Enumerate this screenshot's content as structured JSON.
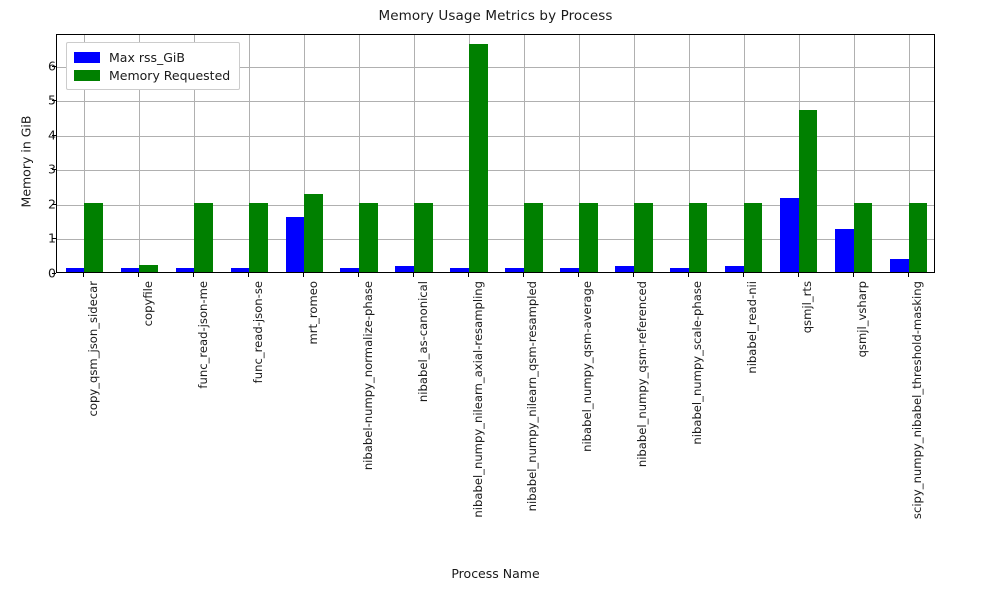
{
  "chart_data": {
    "type": "bar",
    "title": "Memory Usage Metrics by Process",
    "xlabel": "Process Name",
    "ylabel": "Memory in GiB",
    "ylim": [
      0,
      6.92
    ],
    "yticks": [
      0,
      1,
      2,
      3,
      4,
      5,
      6
    ],
    "ytick_labels": [
      "0",
      "1",
      "2",
      "3",
      "4",
      "5",
      "6"
    ],
    "grid": true,
    "legend_position": "upper left",
    "categories": [
      "copy_qsm_json_sidecar",
      "copyfile",
      "func_read-json-me",
      "func_read-json-se",
      "mrt_romeo",
      "nibabel-numpy_normalize-phase",
      "nibabel_as-canonical",
      "nibabel_numpy_nilearn_axial-resampling",
      "nibabel_numpy_nilearn_qsm-resampled",
      "nibabel_numpy_qsm-average",
      "nibabel_numpy_qsm-referenced",
      "nibabel_numpy_scale-phase",
      "nibabel_read-nii",
      "qsmjl_rts",
      "qsmjl_vsharp",
      "scipy_numpy_nibabel_threshold-masking"
    ],
    "series": [
      {
        "name": "Max rss_GiB",
        "color": "#0000ff",
        "values": [
          0.13,
          0.13,
          0.13,
          0.13,
          1.6,
          0.13,
          0.16,
          0.13,
          0.13,
          0.13,
          0.17,
          0.13,
          0.16,
          2.15,
          1.25,
          0.37
        ]
      },
      {
        "name": "Memory Requested",
        "color": "#008000",
        "values": [
          2.0,
          0.2,
          2.0,
          2.0,
          2.27,
          2.0,
          2.0,
          6.6,
          2.0,
          2.0,
          2.0,
          2.0,
          2.0,
          4.7,
          2.0,
          2.0
        ]
      }
    ]
  }
}
